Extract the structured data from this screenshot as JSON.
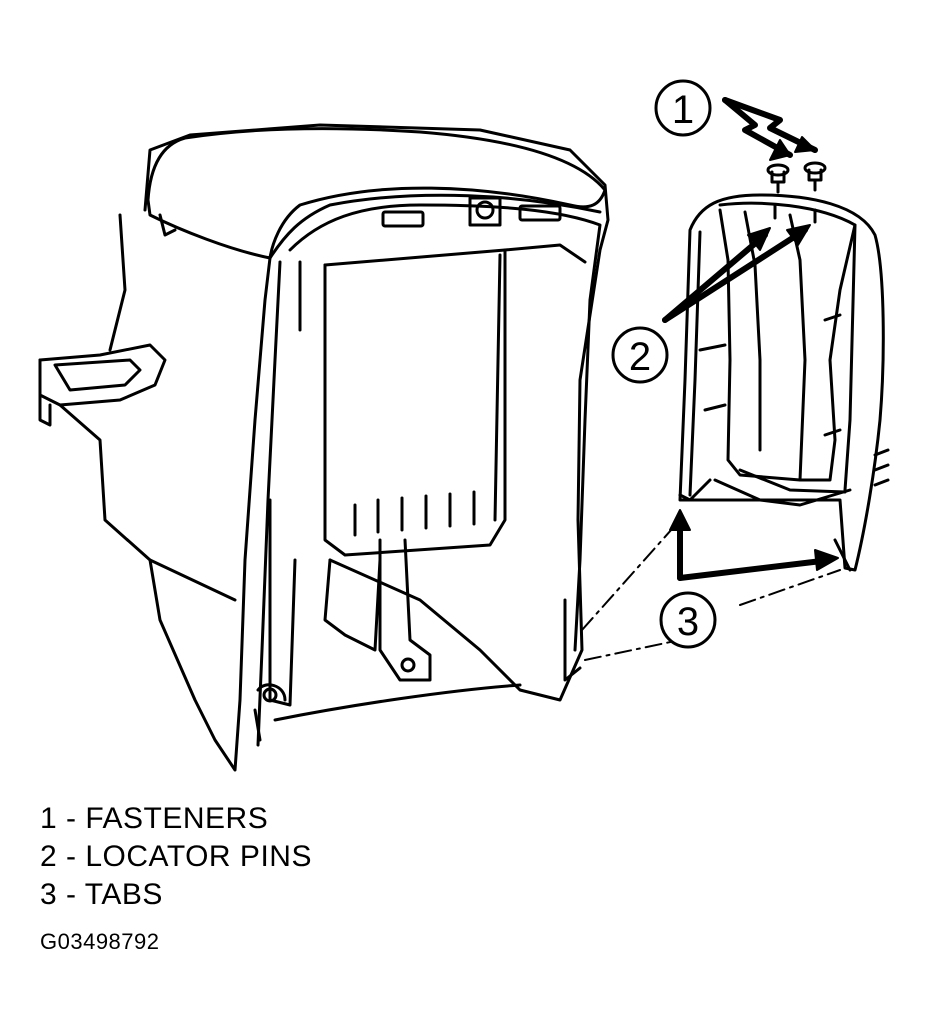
{
  "callouts": [
    {
      "number": "1"
    },
    {
      "number": "2"
    },
    {
      "number": "3"
    }
  ],
  "legend": [
    {
      "text": "1 - FASTENERS"
    },
    {
      "text": "2 - LOCATOR PINS"
    },
    {
      "text": "3 - TABS"
    }
  ],
  "figure_id": "G03498792",
  "colors": {
    "line": "#000000",
    "background": "#ffffff"
  }
}
